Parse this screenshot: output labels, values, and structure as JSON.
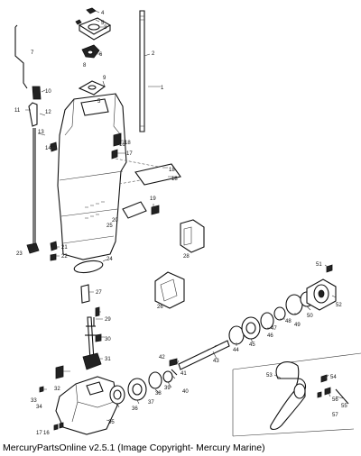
{
  "caption": "MercuryPartsOnline v2.5.1 (Image Copyright- Mercury Marine)",
  "callouts": [
    {
      "text": "1"
    },
    {
      "text": "2"
    },
    {
      "text": "3"
    },
    {
      "text": "4"
    },
    {
      "text": "5"
    },
    {
      "text": "6"
    },
    {
      "text": "7"
    },
    {
      "text": "8"
    },
    {
      "text": "9"
    },
    {
      "text": "10"
    },
    {
      "text": "11"
    },
    {
      "text": "12"
    },
    {
      "text": "13"
    },
    {
      "text": "14"
    },
    {
      "text": "5"
    },
    {
      "text": "16"
    },
    {
      "text": "17"
    },
    {
      "text": "18"
    },
    {
      "text": "18"
    },
    {
      "text": "19"
    },
    {
      "text": "20"
    },
    {
      "text": "21"
    },
    {
      "text": "22"
    },
    {
      "text": "23"
    },
    {
      "text": "24"
    },
    {
      "text": "25"
    },
    {
      "text": "26"
    },
    {
      "text": "27"
    },
    {
      "text": "28"
    },
    {
      "text": "29"
    },
    {
      "text": "30"
    },
    {
      "text": "31"
    },
    {
      "text": "32"
    },
    {
      "text": "33"
    },
    {
      "text": "34"
    },
    {
      "text": "35"
    },
    {
      "text": "36"
    },
    {
      "text": "37"
    },
    {
      "text": "38"
    },
    {
      "text": "39"
    },
    {
      "text": "40"
    },
    {
      "text": "41"
    },
    {
      "text": "42"
    },
    {
      "text": "43"
    },
    {
      "text": "44"
    },
    {
      "text": "45"
    },
    {
      "text": "46"
    },
    {
      "text": "47"
    },
    {
      "text": "48"
    },
    {
      "text": "49"
    },
    {
      "text": "50"
    },
    {
      "text": "51"
    },
    {
      "text": "52"
    },
    {
      "text": "53"
    },
    {
      "text": "54"
    },
    {
      "text": "55"
    },
    {
      "text": "56"
    },
    {
      "text": "57"
    },
    {
      "text": "17"
    },
    {
      "text": "16"
    },
    {
      "text": "18"
    }
  ]
}
